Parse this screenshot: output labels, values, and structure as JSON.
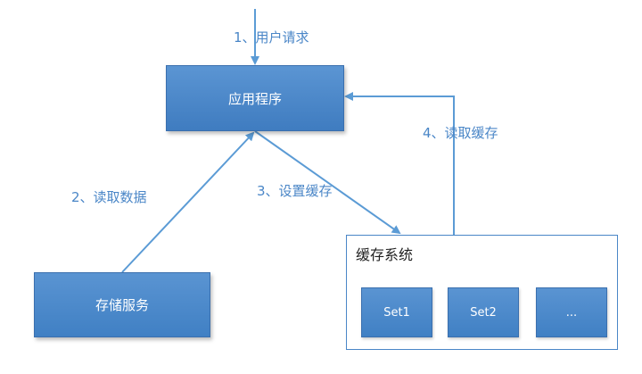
{
  "nodes": {
    "app": "应用程序",
    "storage": "存储服务",
    "cache_system": "缓存系统",
    "sets": [
      "Set1",
      "Set2",
      "..."
    ]
  },
  "edges": {
    "user_request": "1、用户请求",
    "read_data": "2、读取数据",
    "set_cache": "3、设置缓存",
    "read_cache": "4、读取缓存"
  },
  "colors": {
    "arrow": "#5b9bd5",
    "box": "#4a86c7",
    "label": "#4a86c7"
  }
}
